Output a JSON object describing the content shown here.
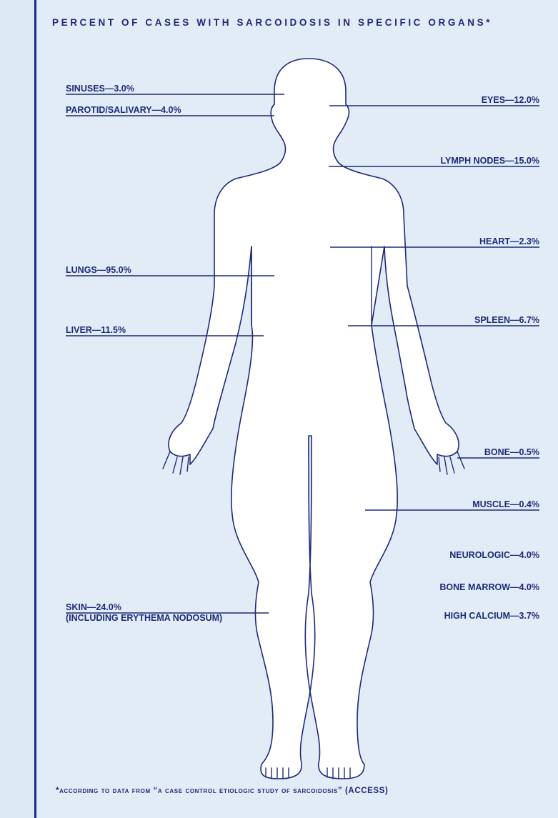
{
  "title": "PERCENT OF CASES WITH SARCOIDOSIS IN SPECIFIC ORGANS*",
  "footnote": "*according to data from “a case control etiologic study of sarcoidosis” (ACCESS)",
  "labels": {
    "sinuses": "SINUSES—3.0%",
    "parotid": "PAROTID/SALIVARY—4.0%",
    "eyes": "EYES—12.0%",
    "lymph": "LYMPH NODES—15.0%",
    "heart": "HEART—2.3%",
    "lungs": "LUNGS—95.0%",
    "spleen": "SPLEEN—6.7%",
    "liver": "LIVER—11.5%",
    "bone": "BONE—0.5%",
    "muscle": "MUSCLE—0.4%",
    "neurologic": "NEUROLOGIC—4.0%",
    "bone_marrow": "BONE MARROW—4.0%",
    "calcium": "HIGH CALCIUM—3.7%",
    "skin": "SKIN—24.0%",
    "skin_note": "(INCLUDING ERYTHEMA NODOSUM)"
  },
  "colors": {
    "ink": "#1f2a78",
    "background": "#e1ecf7",
    "body_fill": "#ffffff"
  }
}
